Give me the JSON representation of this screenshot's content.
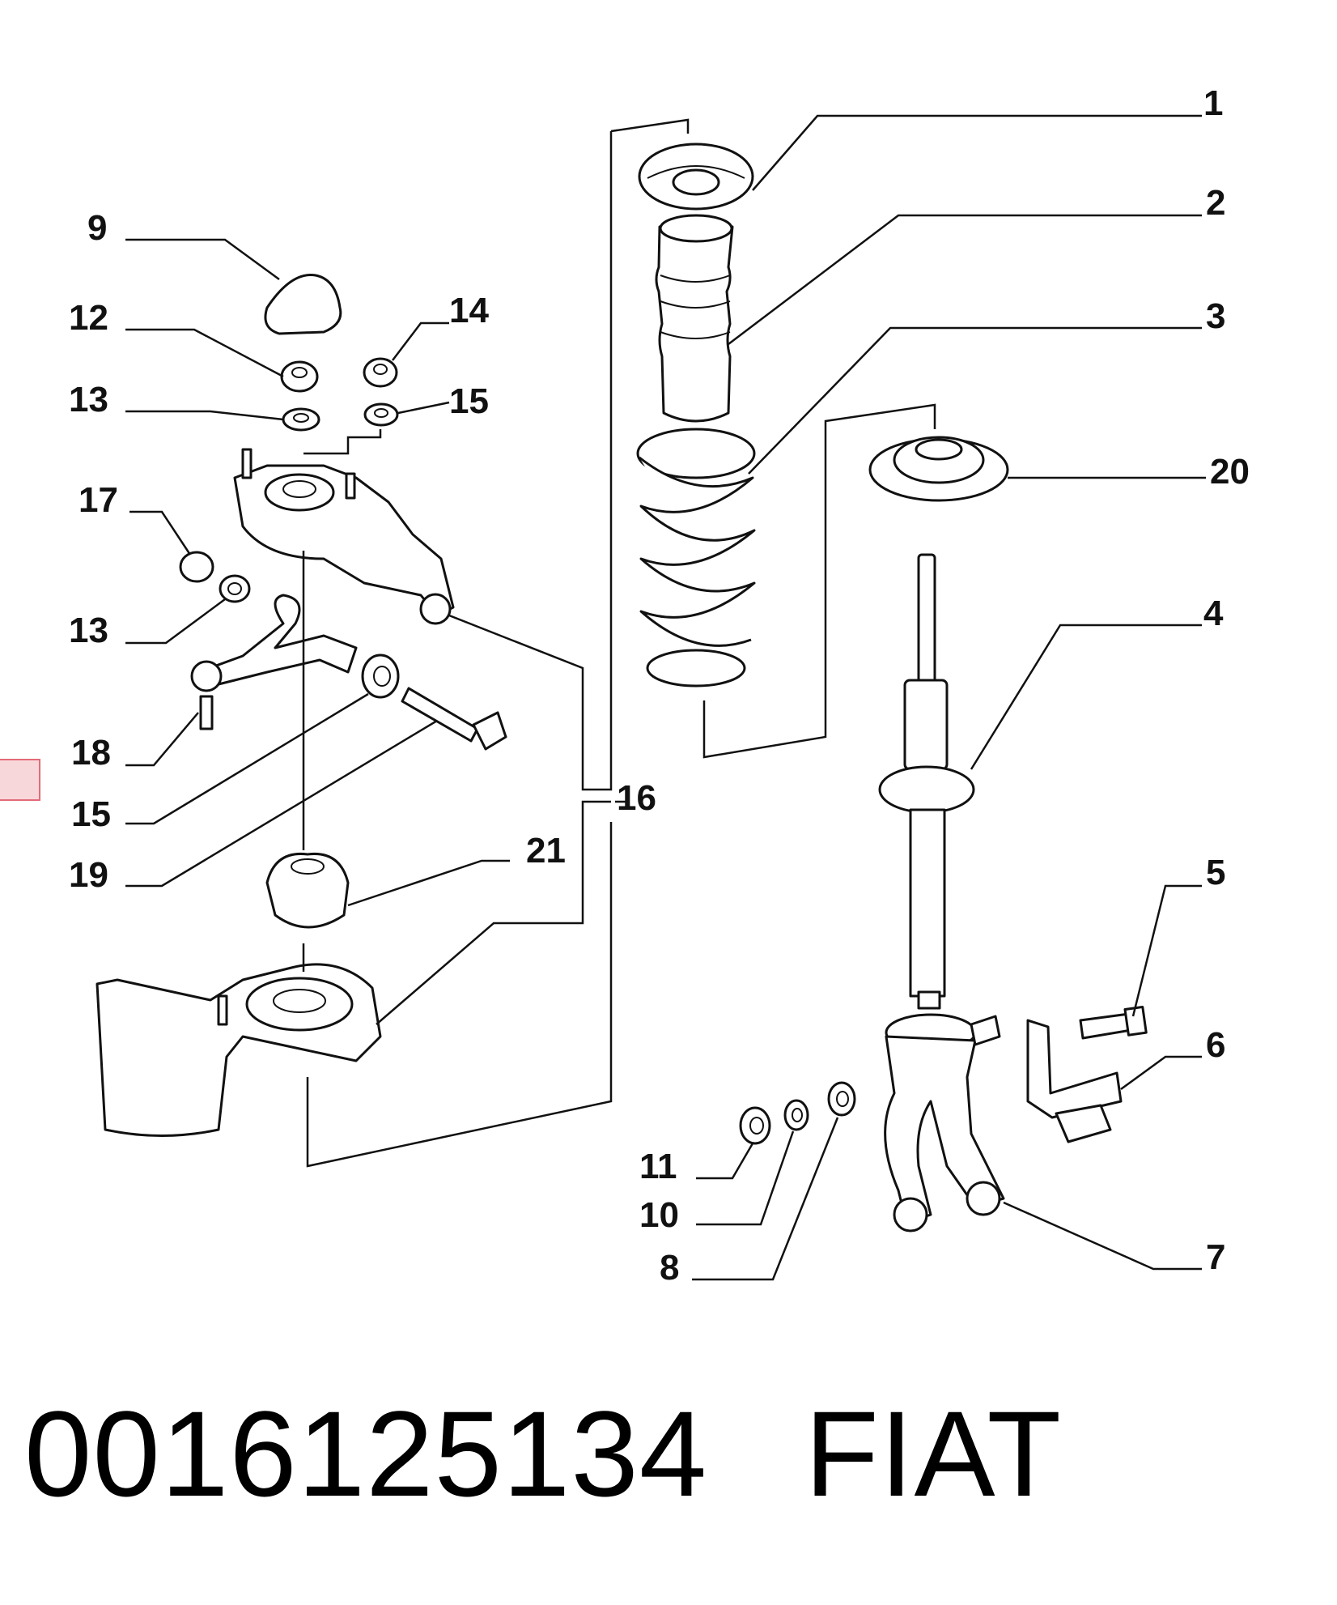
{
  "callouts": {
    "c1": "1",
    "c2": "2",
    "c3": "3",
    "c4": "4",
    "c5": "5",
    "c6": "6",
    "c7": "7",
    "c8": "8",
    "c9": "9",
    "c10": "10",
    "c11": "11",
    "c12": "12",
    "c13a": "13",
    "c13b": "13",
    "c14": "14",
    "c15a": "15",
    "c15b": "15",
    "c16": "16",
    "c17": "17",
    "c18": "18",
    "c19": "19",
    "c20": "20",
    "c21": "21"
  },
  "caption": {
    "part_number": "0016125134",
    "manufacturer": "FIAT"
  },
  "colors": {
    "line": "#111111",
    "marker_fill": "#f8d7da",
    "marker_border": "#e36b77"
  }
}
